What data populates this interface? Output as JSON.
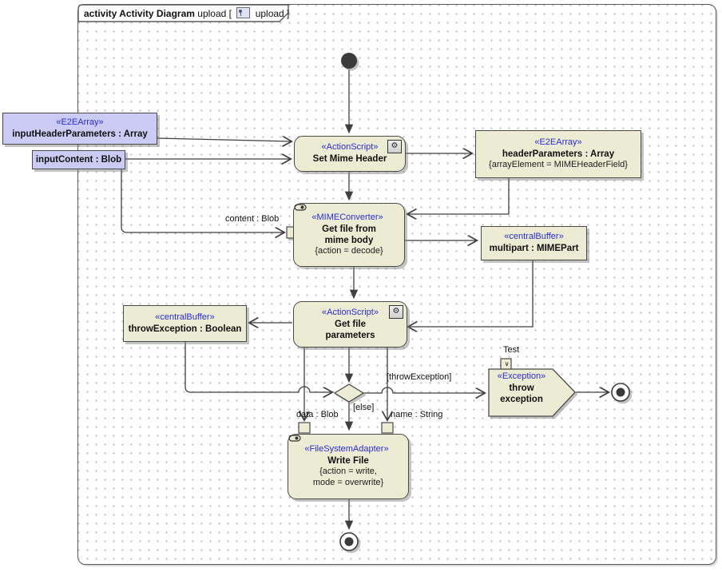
{
  "frame": {
    "title_bold": "activity Activity Diagram",
    "title_pre": "upload [",
    "title_post": "upload ]"
  },
  "nodes": {
    "input_header_parameters": {
      "stereotype": "«E2EArray»",
      "name": "inputHeaderParameters : Array"
    },
    "input_content": {
      "name": "inputContent : Blob"
    },
    "set_mime_header": {
      "stereotype": "«ActionScript»",
      "name": "Set Mime Header"
    },
    "header_parameters": {
      "stereotype": "«E2EArray»",
      "name": "headerParameters : Array",
      "constraint": "{arrayElement = MIMEHeaderField}"
    },
    "mime_converter": {
      "stereotype": "«MIMEConverter»",
      "name_line1": "Get file from",
      "name_line2": "mime body",
      "constraint": "{action = decode}"
    },
    "multipart": {
      "stereotype": "«centralBuffer»",
      "name": "multipart : MIMEPart"
    },
    "get_file_parameters": {
      "stereotype": "«ActionScript»",
      "name_line1": "Get file",
      "name_line2": "parameters"
    },
    "throw_exception_buffer": {
      "stereotype": "«centralBuffer»",
      "name": "throwException : Boolean"
    },
    "exception": {
      "stereotype": "«Exception»",
      "name_line1": "throw",
      "name_line2": "exception",
      "pin_glyph": "∨",
      "pin_label": "Test"
    },
    "write_file": {
      "stereotype": "«FileSystemAdapter»",
      "name": "Write File",
      "constraint_line1": "{action = write,",
      "constraint_line2": "mode = overwrite}"
    }
  },
  "edge_labels": {
    "content": "content : Blob",
    "data": "data : Blob",
    "name": "name : String",
    "else_guard": "[else]",
    "throw_guard": "[throwException]"
  },
  "icons": {
    "gear": "⚙"
  },
  "colors": {
    "action_fill": "#ececd4",
    "object_fill": "#cbcbf6",
    "stereotype_blue": "#2b2bd4",
    "line": "#3f3f3f",
    "grid_dot": "#c3c3c3"
  }
}
